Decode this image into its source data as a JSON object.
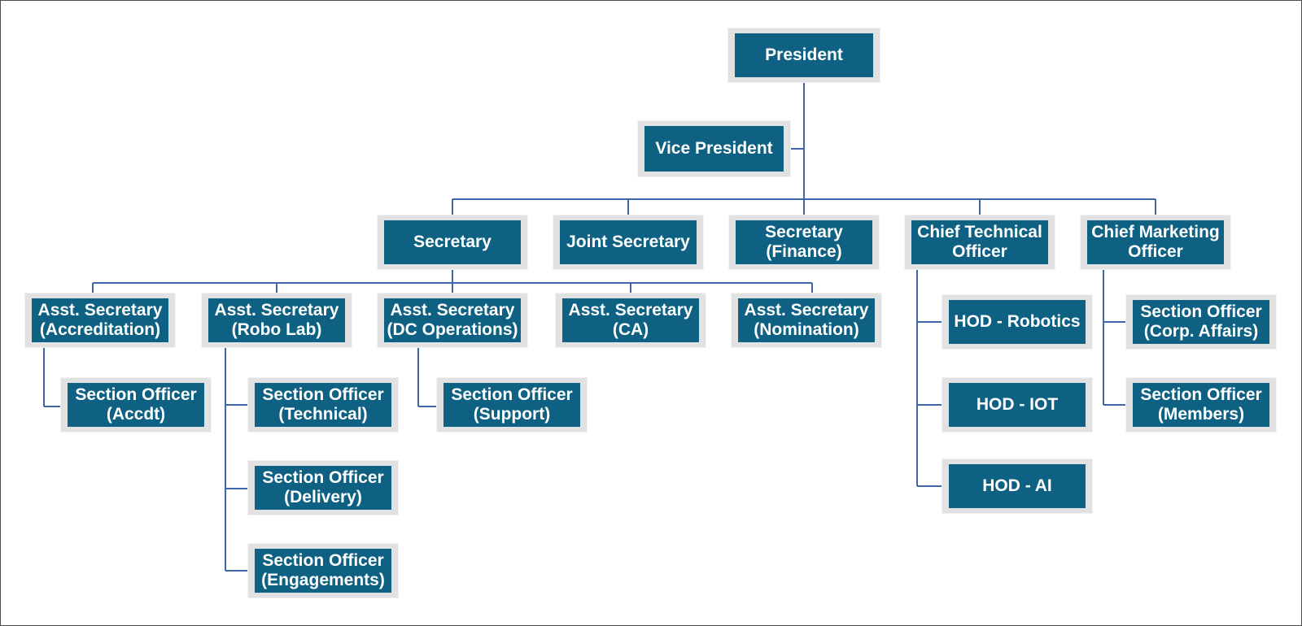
{
  "colors": {
    "box_fill": "#0e6182",
    "box_frame": "#e2e2e2",
    "connector": "#3d67a8",
    "text": "#ffffff"
  },
  "org_chart": {
    "president": "President",
    "vice_president": "Vice President",
    "secretary": "Secretary",
    "joint_secretary": "Joint Secretary",
    "secretary_finance": "Secretary\n(Finance)",
    "cto": "Chief Technical\nOfficer",
    "cmo": "Chief Marketing\nOfficer",
    "asst_accreditation": "Asst. Secretary\n(Accreditation)",
    "asst_robo_lab": "Asst. Secretary\n(Robo Lab)",
    "asst_dc_operations": "Asst. Secretary\n(DC Operations)",
    "asst_ca": "Asst. Secretary\n(CA)",
    "asst_nomination": "Asst. Secretary\n(Nomination)",
    "so_accdt": "Section Officer\n(Accdt)",
    "so_technical": "Section Officer\n(Technical)",
    "so_delivery": "Section Officer\n(Delivery)",
    "so_engagements": "Section Officer\n(Engagements)",
    "so_support": "Section Officer\n(Support)",
    "hod_robotics": "HOD - Robotics",
    "hod_iot": "HOD - IOT",
    "hod_ai": "HOD - AI",
    "so_corp_affairs": "Section Officer\n(Corp. Affairs)",
    "so_members": "Section Officer\n(Members)"
  }
}
